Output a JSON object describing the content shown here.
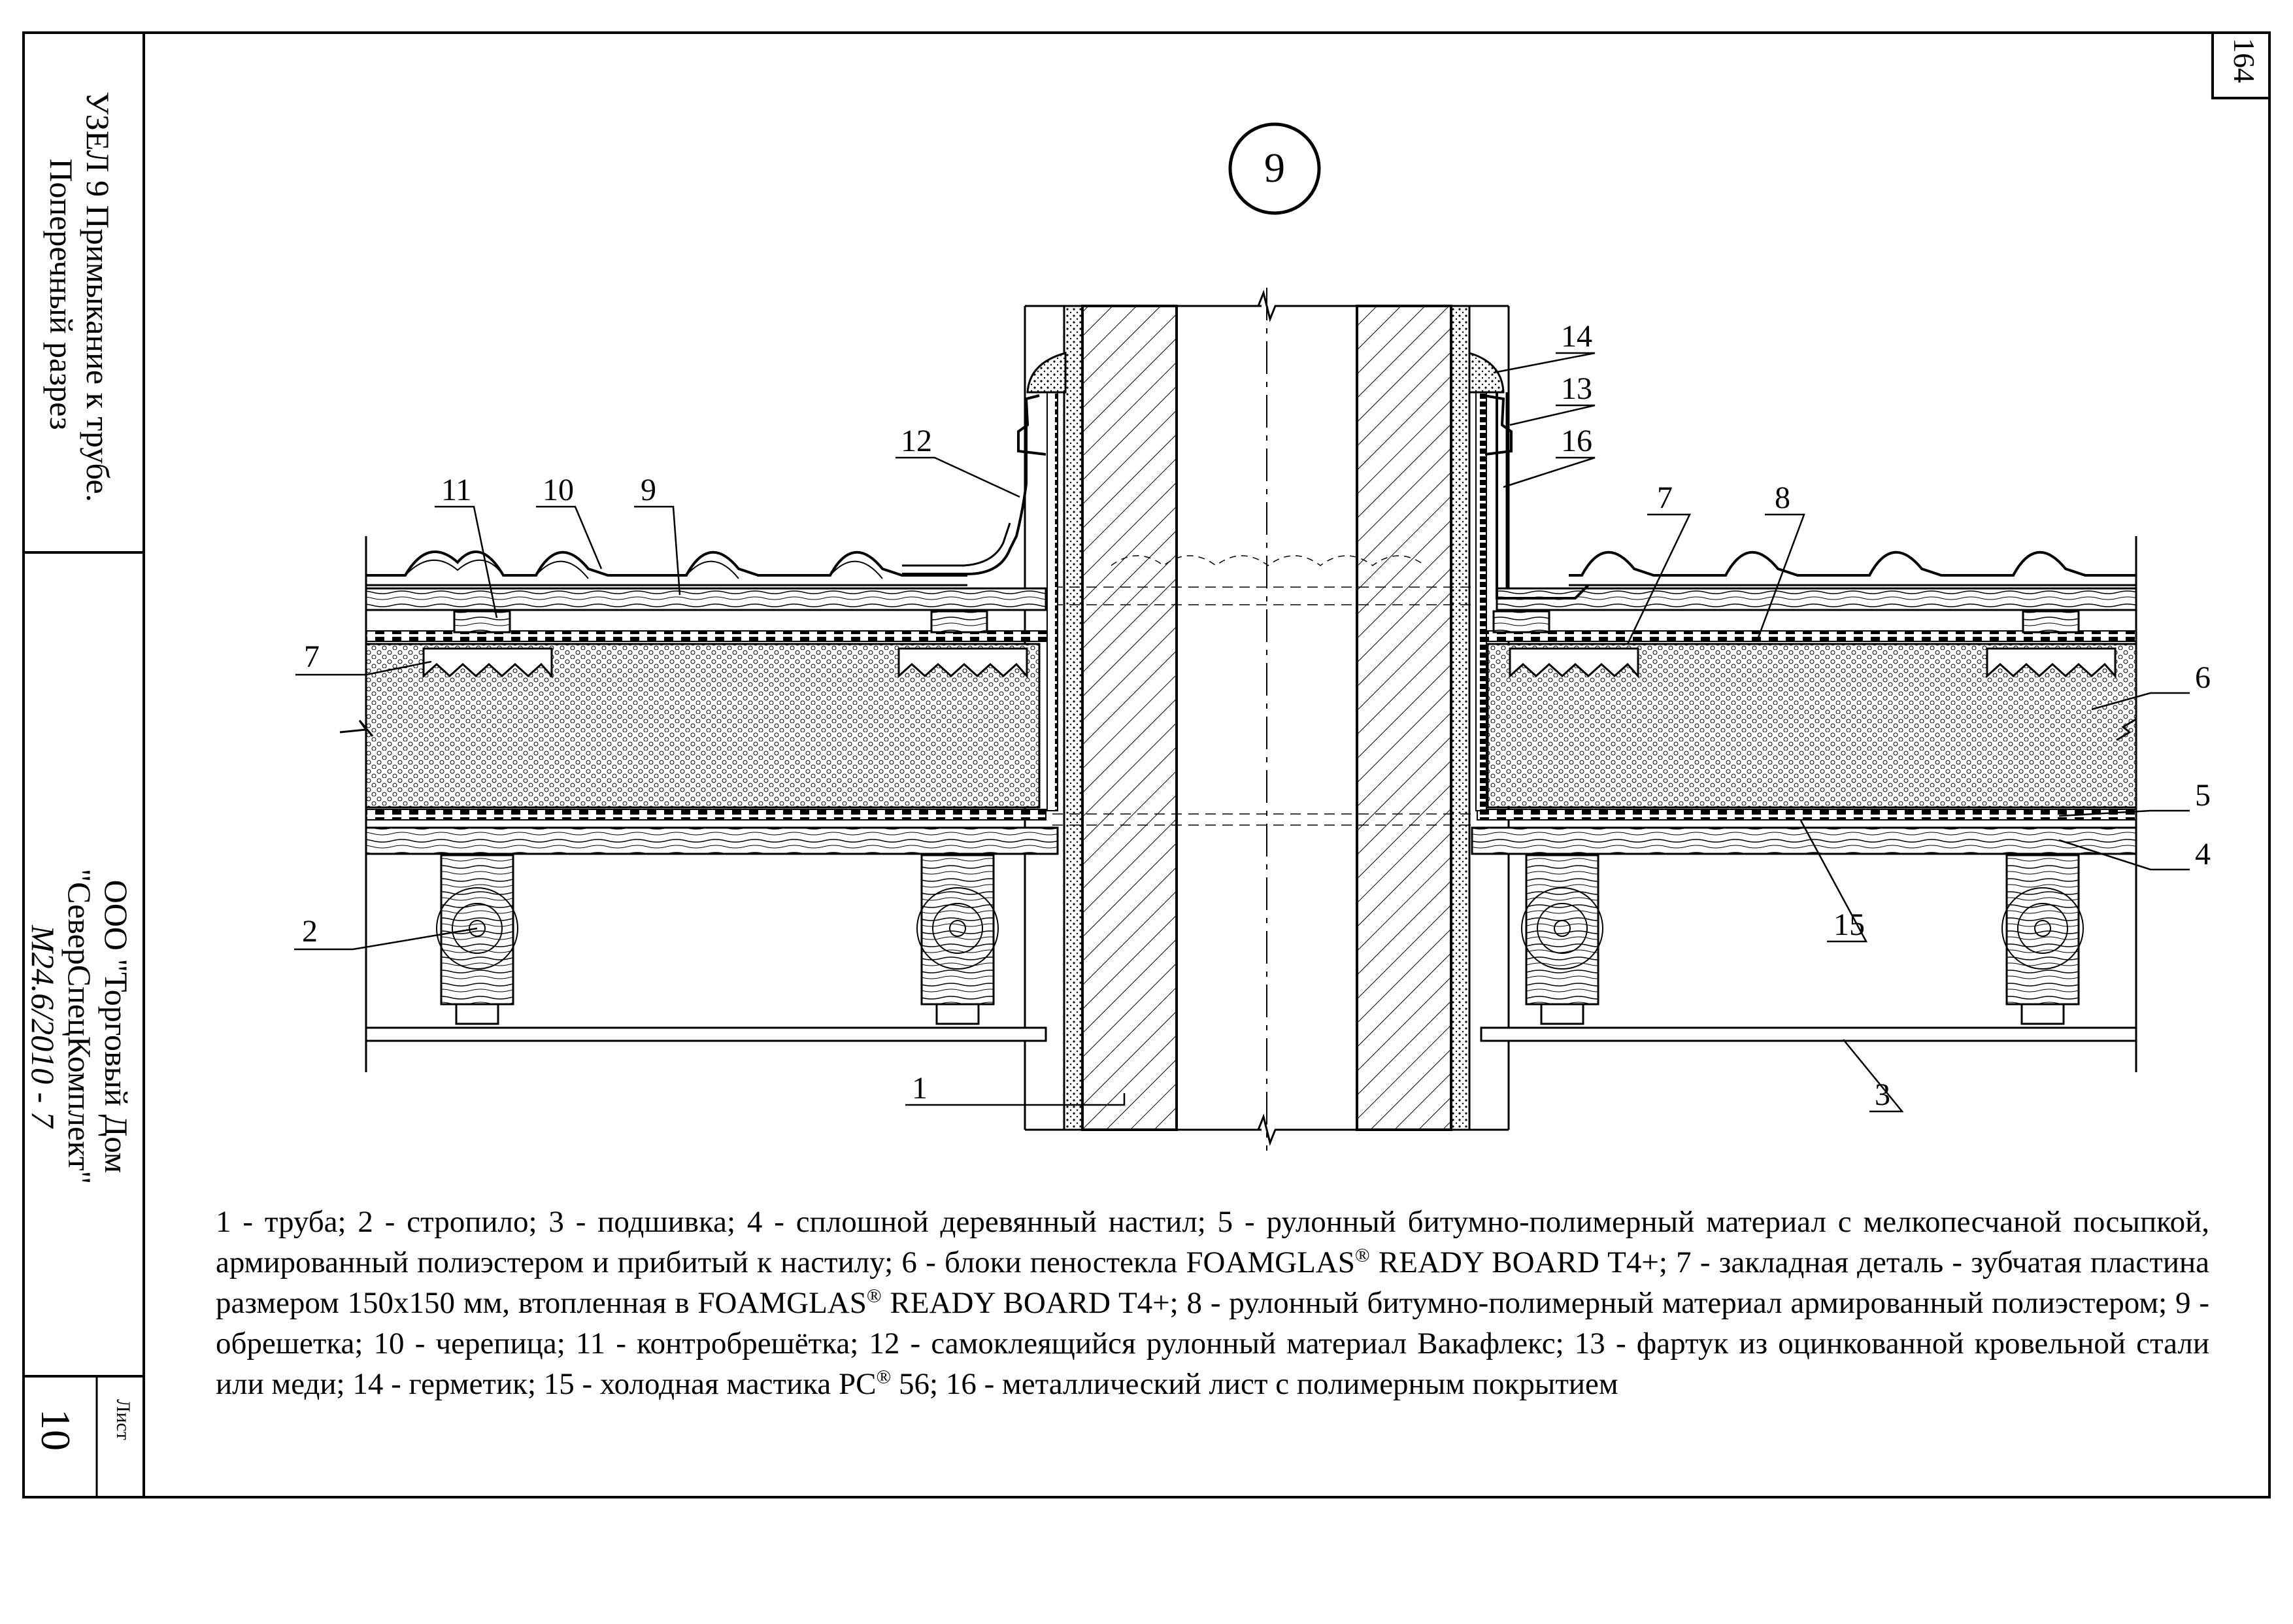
{
  "sheet_number": "164",
  "node_number": "9",
  "title_block": {
    "title_line1": "УЗЕЛ 9 Примыкание к трубе.",
    "title_line2": "Поперечный разрез",
    "company_line1": "ООО \"Торговый Дом",
    "company_line2": "\"СеверСпецКомплект\"",
    "doc_code": "М24.6/2010 - 7",
    "sheet_label": "Лист",
    "sheet_value": "10"
  },
  "callouts": [
    "1",
    "2",
    "3",
    "4",
    "5",
    "6",
    "7",
    "8",
    "9",
    "10",
    "11",
    "12",
    "13",
    "14",
    "15",
    "16"
  ],
  "legend": {
    "part1": "1 - труба; 2 - стропило; 3 - подшивка; 4 - сплошной деревянный настил; 5 - рулонный битумно-полимерный материал с мелкопесчаной посыпкой, армированный полиэстером и прибитый к настилу; 6 - блоки пеностекла FOAMGLAS",
    "reg": "®",
    "part2": " READY BOARD T4+; 7 - закладная деталь - зубчатая пластина размером 150x150 мм, втопленная в FOAMGLAS",
    "part3": " READY BOARD T4+; 8 - рулонный битумно-полимерный материал армированный полиэстером; 9 - обрешетка; 10 - черепица; 11 - контробрешётка; 12 - самоклеящийся рулонный материал Вакафлекс; 13 - фартук из оцинкованной кровельной стали или меди; 14 - герметик; 15 - холодная мастика PC",
    "part4": " 56; 16 -  металлический лист с полимерным покрытием"
  }
}
